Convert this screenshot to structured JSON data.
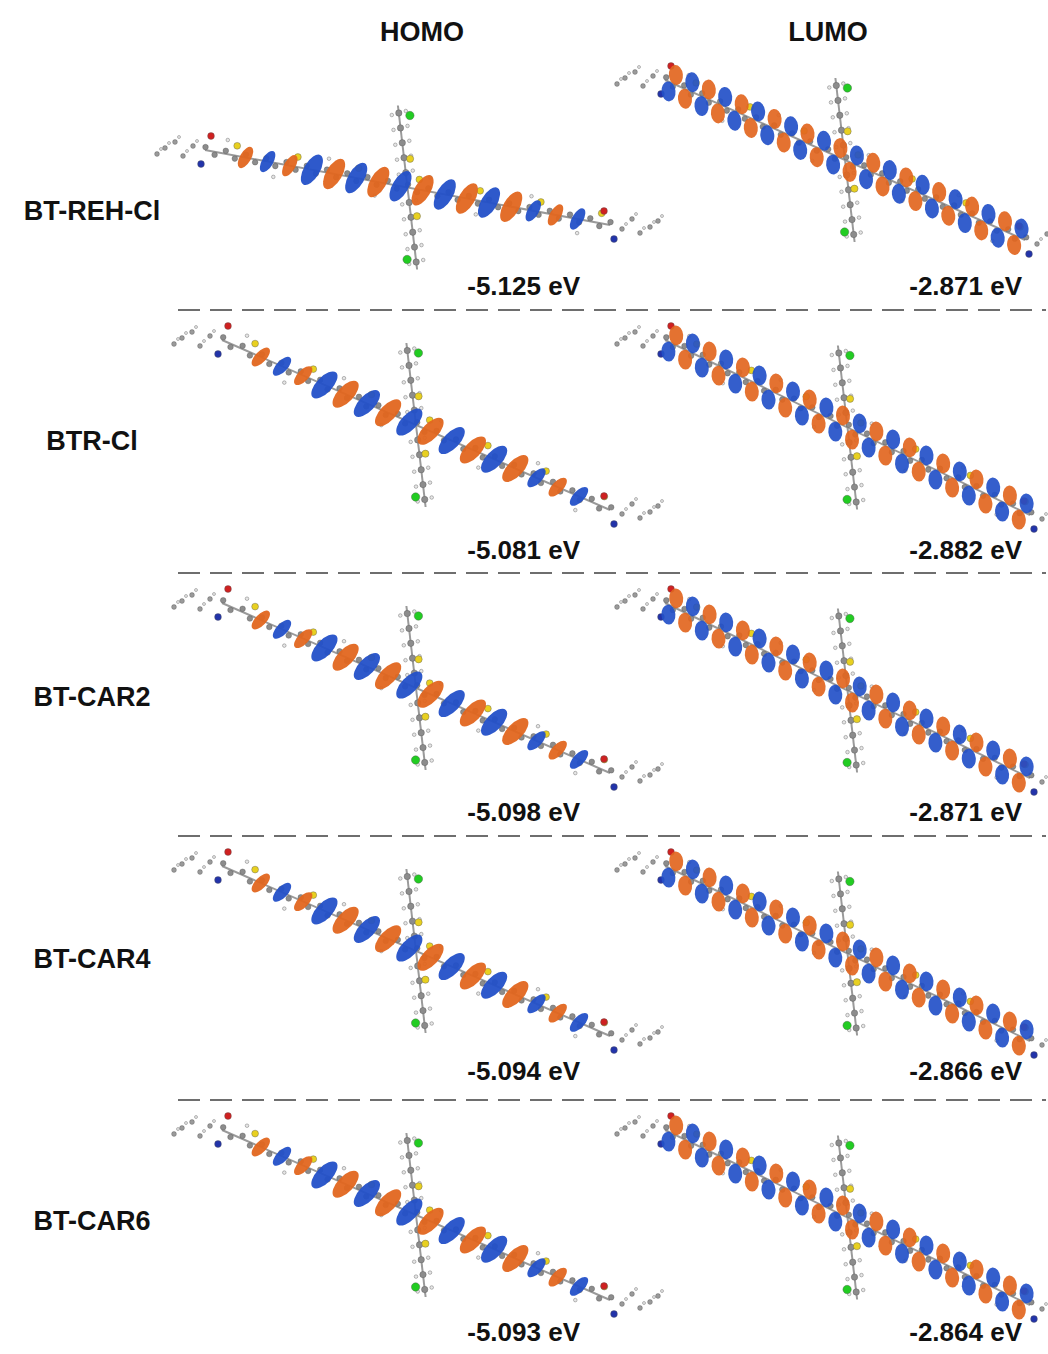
{
  "diagram": {
    "labels": [
      "HOMO",
      "LUMO",
      "BT-REH-Cl",
      "-5.125 eV",
      "-2.871 eV",
      "BTR-Cl",
      "-5.081 eV",
      "-2.882 eV",
      "BT-CAR2",
      "-5.098 eV",
      "-2.871 eV",
      "BT-CAR4",
      "-5.094 eV",
      "-2.866 eV",
      "BT-CAR6",
      "-5.093 eV",
      "-2.864 eV"
    ]
  }
}
